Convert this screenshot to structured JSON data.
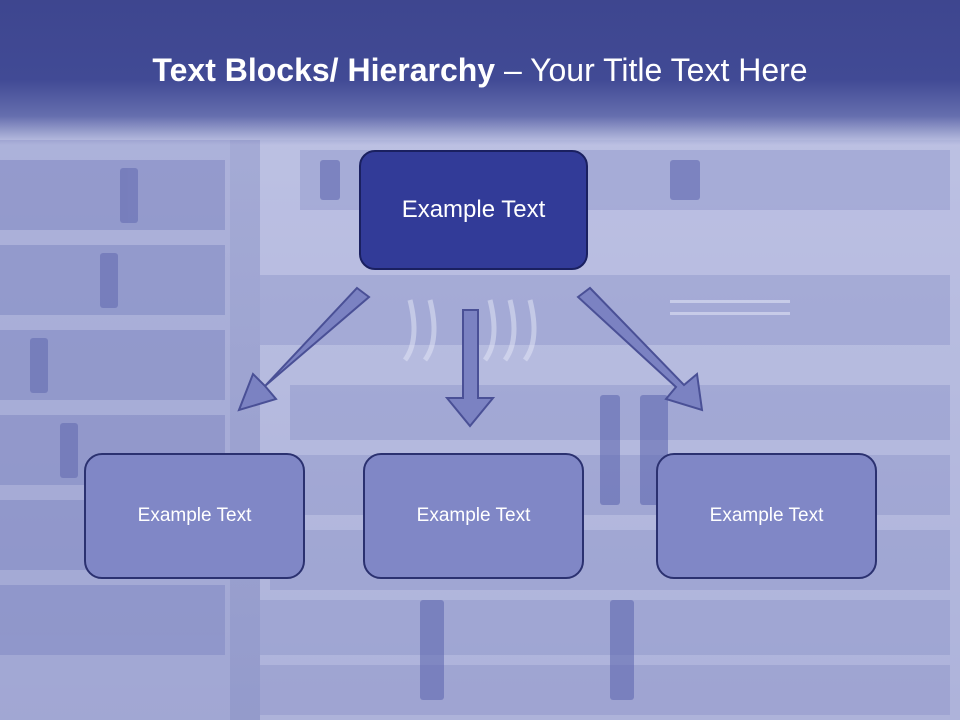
{
  "title": {
    "bold": "Text Blocks/ Hierarchy",
    "rest": " – Your Title Text Here"
  },
  "diagram": {
    "top": {
      "label": "Example Text"
    },
    "children": [
      {
        "label": "Example Text"
      },
      {
        "label": "Example Text"
      },
      {
        "label": "Example Text"
      }
    ]
  },
  "colors": {
    "title_band": "#3e468f",
    "top_box": "#323b98",
    "child_box": "#8087c6",
    "arrow_fill": "#7b82c2",
    "arrow_stroke": "#4a5096"
  },
  "background": {
    "subject": "server-rack-photo"
  }
}
